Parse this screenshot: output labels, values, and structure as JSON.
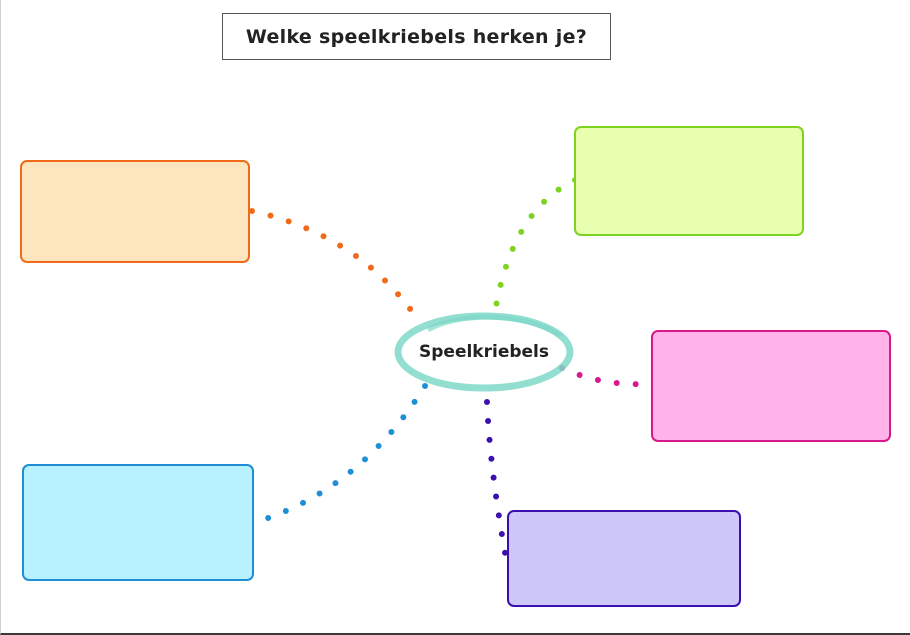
{
  "title": "Welke speelkriebels herken je?",
  "center": {
    "label": "Speelkriebels",
    "ring_color": "#7fd8c8"
  },
  "nodes": [
    {
      "id": "orange",
      "label": "",
      "fill": "#fde5bd",
      "border": "#f06a1a",
      "dot_color": "#f06a1a"
    },
    {
      "id": "green",
      "label": "",
      "fill": "#e8ffb0",
      "border": "#7ed321",
      "dot_color": "#7ed321"
    },
    {
      "id": "pink",
      "label": "",
      "fill": "#ffb3ea",
      "border": "#d8188c",
      "dot_color": "#d8188c"
    },
    {
      "id": "blue",
      "label": "",
      "fill": "#b8f1ff",
      "border": "#1e8fd6",
      "dot_color": "#1e8fd6"
    },
    {
      "id": "purple",
      "label": "",
      "fill": "#cec8fa",
      "border": "#3c0fb0",
      "dot_color": "#3c0fb0"
    }
  ]
}
